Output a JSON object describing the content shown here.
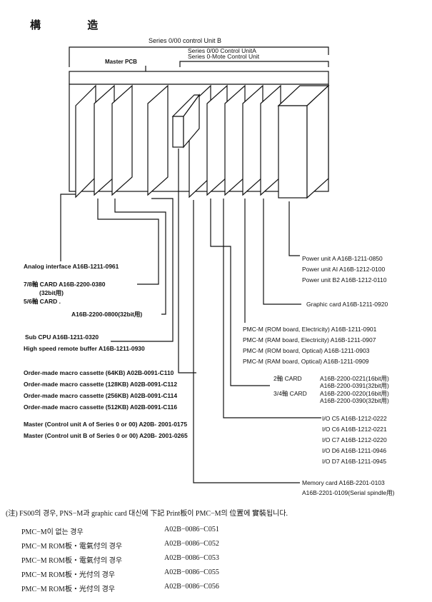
{
  "title": "構 造",
  "diagram": {
    "unit_b": "Series 0/00 control Unit B",
    "master_pcb": "Master PCB",
    "unit_a": "Series 0/00 Control UnitA",
    "mate_unit": "Series 0-Mote Control Unit"
  },
  "left_labels": {
    "analog": "Analog interface A16B-1211-0961",
    "card78": "7/8軸 CARD A16B-2200-0380",
    "card78_note": "(32bit用)",
    "card56": "5/6軸 CARD .",
    "card56_code": "A16B-2200-0800(32bit用)",
    "sub_cpu": "Sub CPU  A16B-1211-0320",
    "remote_buffer": "High speed remote buffer A16B-1211-0930",
    "macro": [
      "Order-made macro cassette (64KB) A02B-0091-C110",
      "Order-made macro cassette (128KB) A02B-0091-C112",
      "Order-made macro cassette (256KB) A02B-0091-C114",
      "Order-made macro cassette (512KB) A02B-0091-C116"
    ],
    "master": [
      "Master (Control unit A of Series 0 or 00) A20B- 2001-0175",
      "Master (Control unit B of Series 0 or 00) A20B- 2001-0265"
    ]
  },
  "right_labels": {
    "power": [
      "Power unit A  A16B-1211-0850",
      "Power unit AI  A16B-1212-0100",
      "Power unit B2  A16B-1212-0110"
    ],
    "graphic": "Graphic card  A16B-1211-0920",
    "pmc": [
      "PMC-M (ROM board, Electricity)  A16B-1211-0901",
      "PMC-M (RAM board, Electricity)  A16B-1211-0907",
      "PMC-M (ROM board, Optical)  A16B-1211-0903",
      "PMC-M (RAM board, Optical)  A16B-1211-0909"
    ],
    "card2": "2軸 CARD",
    "card34": "3/4軸 CARD",
    "axis_codes": [
      "A16B-2200-0221(16bit用)",
      "A16B-2200-0391(32bit用)",
      "A16B-2200-0220(16bit用)",
      "A16B-2200-0390(32bit用)"
    ],
    "io": [
      "I/O C5  A16B-1212-0222",
      "I/O C6  A16B-1212-0221",
      "I/O C7  A16B-1212-0220",
      "I/O D6  A16B-1211-0946",
      "I/O D7  A16B-1211-0945"
    ],
    "memory": "Memory card  A16B-2201-0103",
    "memory2": "A16B-2201-0109(Serial spindle用)"
  },
  "note": {
    "text": "(注)  FS00의 경우, PNS−M과 graphic card 대신에 下記 Print板이 PMC−M의 位置에 實裝됩니다.",
    "rows": [
      {
        "label": "PMC−M이 없는 경우",
        "code": "A02B−0086−C051"
      },
      {
        "label": "PMC−M ROM板・電氣付의 경우",
        "code": "A02B−0086−C052"
      },
      {
        "label": "PMC−M ROM板・電氣付의 경우",
        "code": "A02B−0086−C053"
      },
      {
        "label": "PMC−M ROM板・光付의 경우",
        "code": "A02B−0086−C055"
      },
      {
        "label": "PMC−M ROM板・光付의 경우",
        "code": "A02B−0086−C056"
      }
    ]
  }
}
